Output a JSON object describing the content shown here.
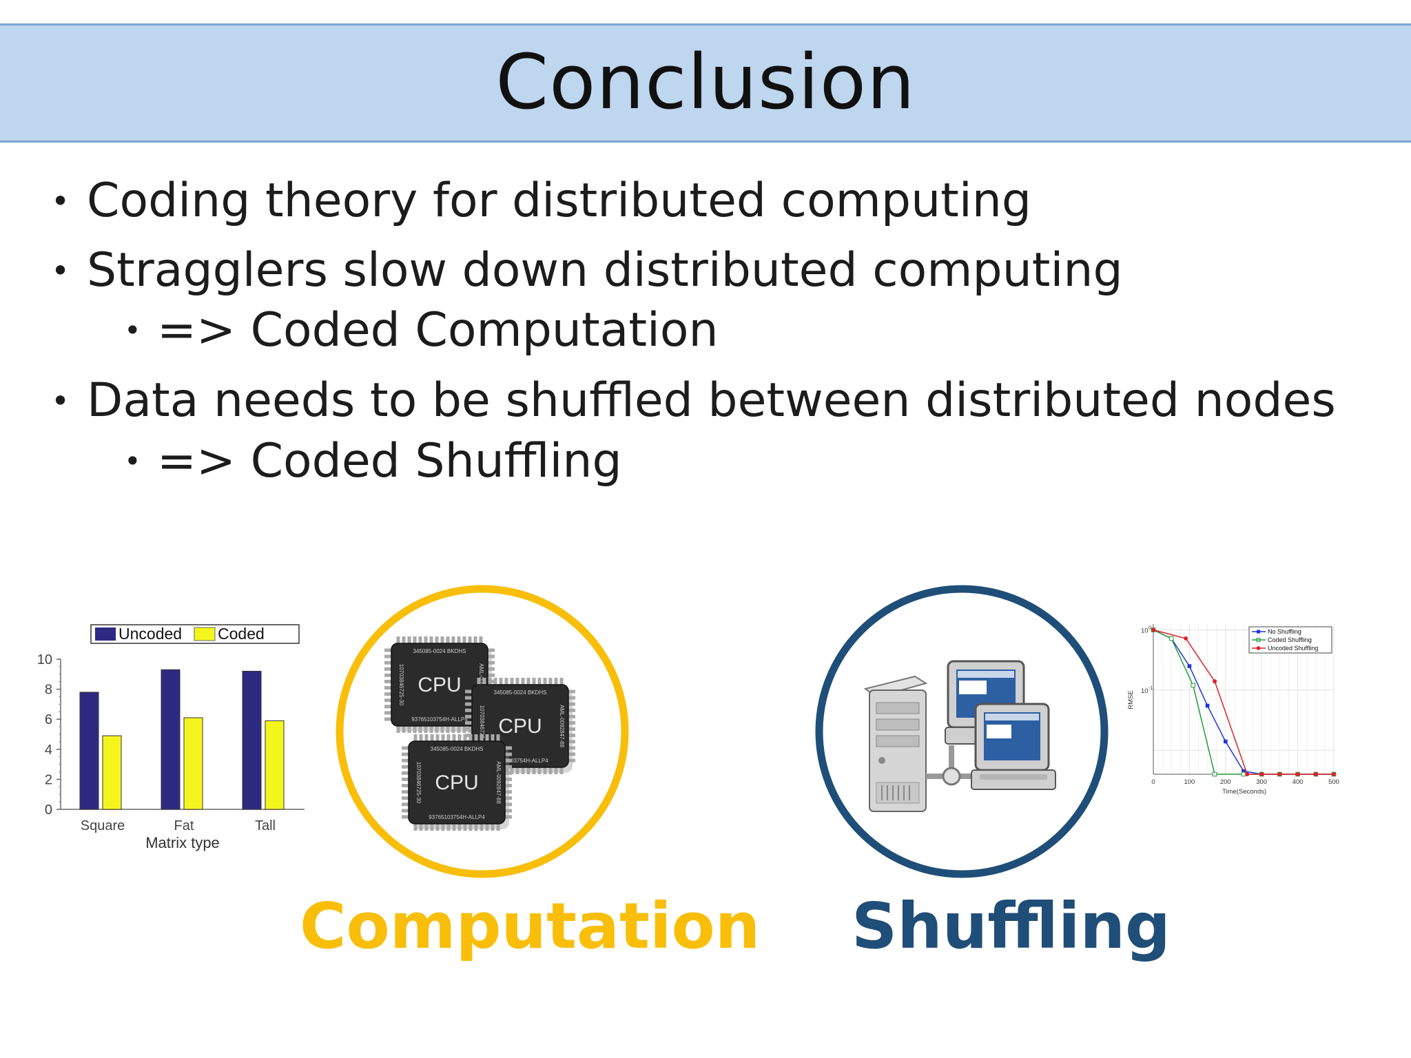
{
  "slide": {
    "title": "Conclusion",
    "bullets": [
      "Coding theory for distributed computing",
      "Stragglers slow down distributed computing",
      "=> Coded Computation",
      "Data needs to be shuffled between distributed nodes",
      "=> Coded Shuffling"
    ]
  },
  "illustrations": {
    "computation_label": "Computation",
    "shuffling_label": "Shuffling",
    "computation_color": "#f8be0a",
    "shuffling_color": "#1f4e78",
    "cpu_chip_text": "CPU",
    "cpu_chip_code_top": "345085-0024 BKDHS",
    "cpu_chip_code_bottom": "93765103754H-ALLP4",
    "cpu_chip_code_left": "10703846725-30",
    "cpu_chip_code_right": "AML-0092847-88"
  },
  "chart_data": [
    {
      "type": "bar",
      "categories": [
        "Square",
        "Fat",
        "Tall"
      ],
      "series": [
        {
          "name": "Uncoded",
          "values": [
            7.8,
            9.3,
            9.2
          ],
          "color": "#2e2a82"
        },
        {
          "name": "Coded",
          "values": [
            4.9,
            6.1,
            5.9
          ],
          "color": "#f5f51e"
        }
      ],
      "xlabel": "Matrix type",
      "ylabel": "",
      "ylim": [
        0,
        10
      ],
      "yticks": [
        0,
        2,
        4,
        6,
        8,
        10
      ],
      "legend": "top"
    },
    {
      "type": "line",
      "xlabel": "Time(Seconds)",
      "ylabel": "RMSE",
      "xlim": [
        0,
        500
      ],
      "xticks": [
        0,
        100,
        200,
        300,
        400,
        500
      ],
      "ytick_labels": [
        "10^0",
        "10^-1"
      ],
      "yscale": "log",
      "grid": true,
      "legend": "top-right",
      "series": [
        {
          "name": "No Shuffling",
          "color": "#1f35d8",
          "marker": "square",
          "points": [
            [
              0,
              1.0
            ],
            [
              50,
              0.72
            ],
            [
              100,
              0.25
            ],
            [
              150,
              0.055
            ],
            [
              200,
              0.014
            ],
            [
              250,
              0.0045
            ],
            [
              300,
              0.004
            ],
            [
              350,
              0.004
            ],
            [
              400,
              0.004
            ],
            [
              450,
              0.004
            ],
            [
              500,
              0.004
            ]
          ]
        },
        {
          "name": "Coded Shuffling",
          "color": "#1f9a3a",
          "marker": "square",
          "points": [
            [
              0,
              1.0
            ],
            [
              50,
              0.72
            ],
            [
              110,
              0.12
            ],
            [
              170,
              0.004
            ],
            [
              250,
              0.004
            ],
            [
              300,
              0.004
            ],
            [
              350,
              0.004
            ],
            [
              400,
              0.004
            ],
            [
              450,
              0.004
            ],
            [
              500,
              0.004
            ]
          ]
        },
        {
          "name": "Uncoded Shuffling",
          "color": "#e0202a",
          "marker": "circle",
          "points": [
            [
              0,
              1.0
            ],
            [
              90,
              0.72
            ],
            [
              170,
              0.14
            ],
            [
              260,
              0.004
            ],
            [
              300,
              0.004
            ],
            [
              350,
              0.004
            ],
            [
              400,
              0.004
            ],
            [
              450,
              0.004
            ],
            [
              500,
              0.004
            ]
          ]
        }
      ]
    }
  ]
}
